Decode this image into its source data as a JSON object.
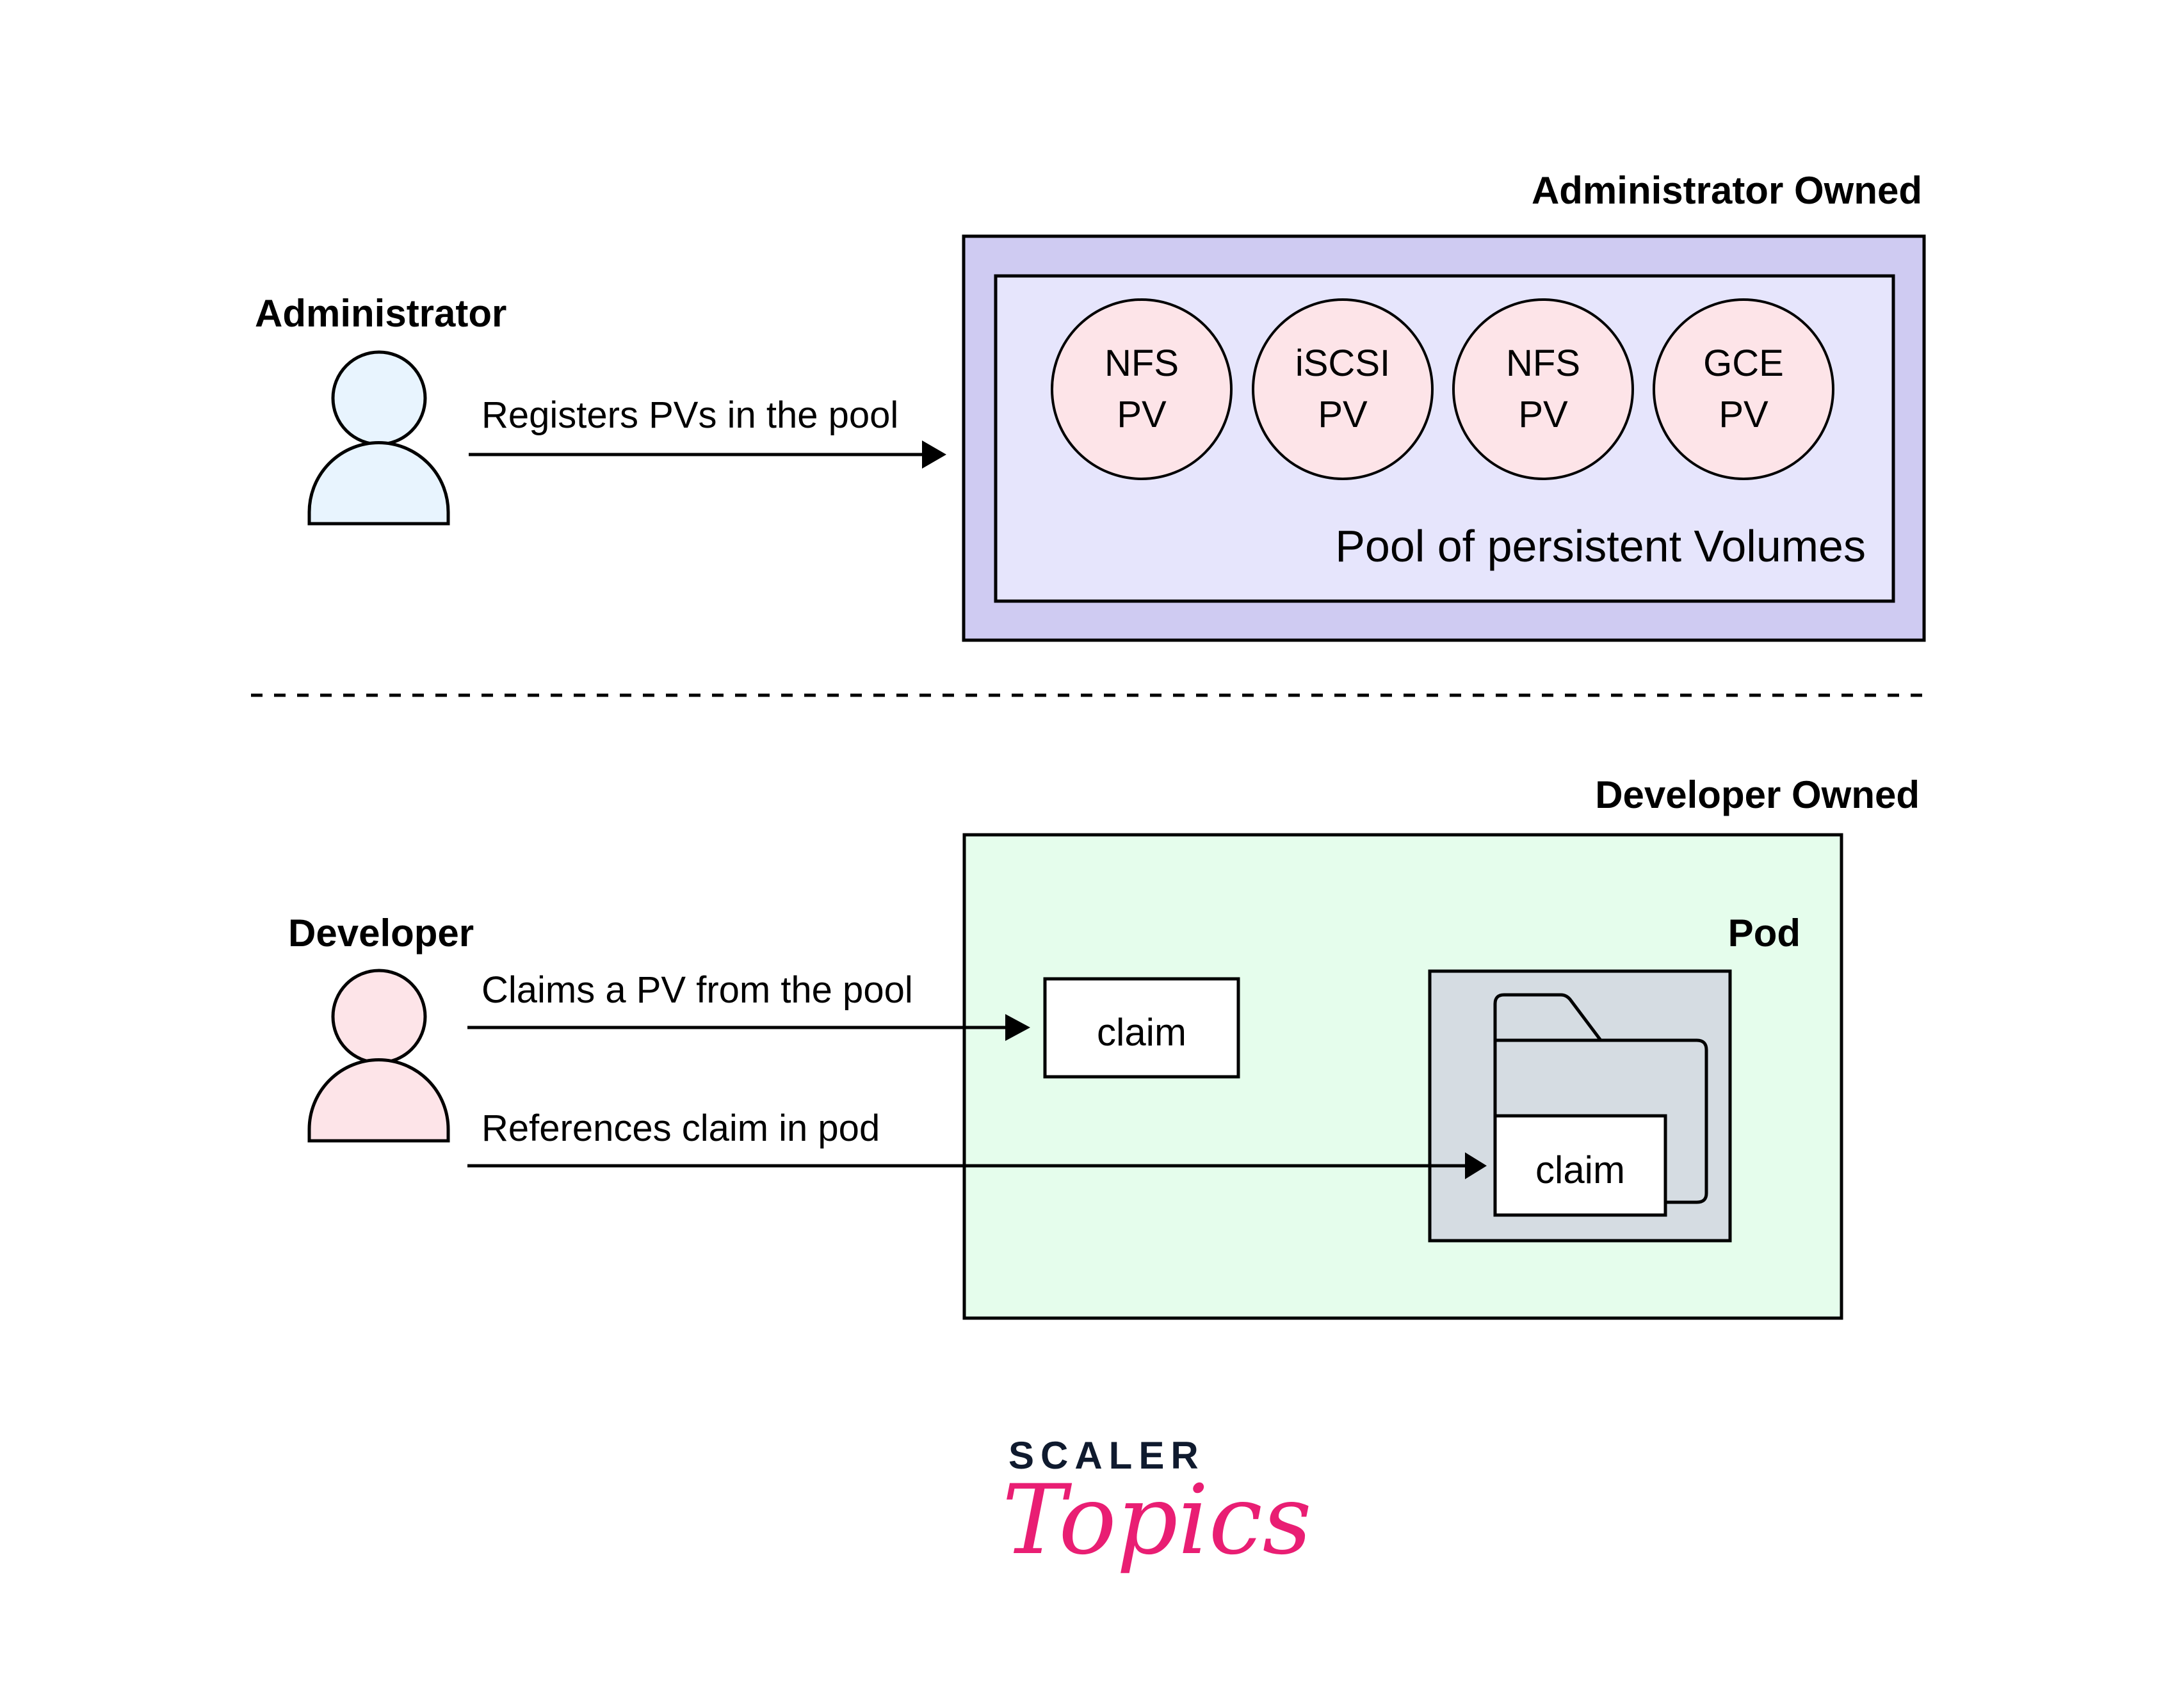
{
  "admin_section": {
    "owned_label": "Administrator Owned",
    "actor_label": "Administrator",
    "actor_icon": "person-icon",
    "action_label": "Registers PVs in the pool",
    "pool_label": "Pool of persistent Volumes",
    "volumes": [
      {
        "line1": "NFS",
        "line2": "PV"
      },
      {
        "line1": "iSCSI",
        "line2": "PV"
      },
      {
        "line1": "NFS",
        "line2": "PV"
      },
      {
        "line1": "GCE",
        "line2": "PV"
      }
    ]
  },
  "developer_section": {
    "owned_label": "Developer Owned",
    "actor_label": "Developer",
    "actor_icon": "person-icon",
    "action_claim_label": "Claims a PV from the pool",
    "action_reference_label": "References claim in pod",
    "claim_label": "claim",
    "pod_label": "Pod",
    "pod_claim_label": "claim",
    "pod_icon": "folder-icon"
  },
  "colors": {
    "admin_outer_fill": "#cfcbf2",
    "admin_inner_fill": "#e6e5fc",
    "pv_fill": "#fde4e8",
    "admin_person_fill": "#e8f4fe",
    "developer_person_fill": "#fde4e8",
    "developer_box_fill": "#e5fdec",
    "pod_fill": "#d5dce2",
    "logo_dark": "#0f1a2e",
    "logo_pink": "#e91e73"
  },
  "logo": {
    "brand": "SCALER",
    "product": "Topics"
  }
}
